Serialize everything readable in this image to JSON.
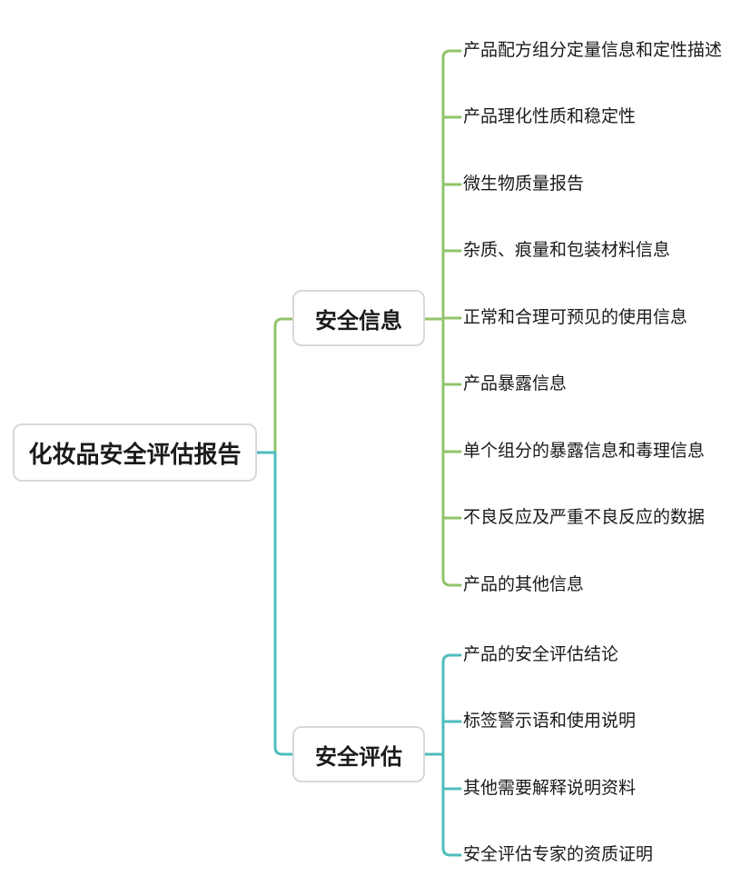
{
  "diagram_title": "化妆品安全评估报告",
  "root": {
    "label": "化妆品安全评估报告"
  },
  "branches": [
    {
      "label": "安全信息",
      "color": "#92c46b",
      "children": [
        "产品配方组分定量信息和定性描述",
        "产品理化性质和稳定性",
        "微生物质量报告",
        "杂质、痕量和包装材料信息",
        "正常和合理可预见的使用信息",
        "产品暴露信息",
        "单个组分的暴露信息和毒理信息",
        "不良反应及严重不良反应的数据",
        "产品的其他信息"
      ]
    },
    {
      "label": "安全评估",
      "color": "#4fbcbc",
      "children": [
        "产品的安全评估结论",
        "标签警示语和使用说明",
        "其他需要解释说明资料",
        "安全评估专家的资质证明"
      ]
    }
  ],
  "colors": {
    "branch_green": "#92c46b",
    "branch_teal": "#4fbcbc",
    "node_border": "#d8d8d8",
    "node_background": "#ffffff",
    "page_background": "#ffffff",
    "text": "#1a1a1a"
  }
}
